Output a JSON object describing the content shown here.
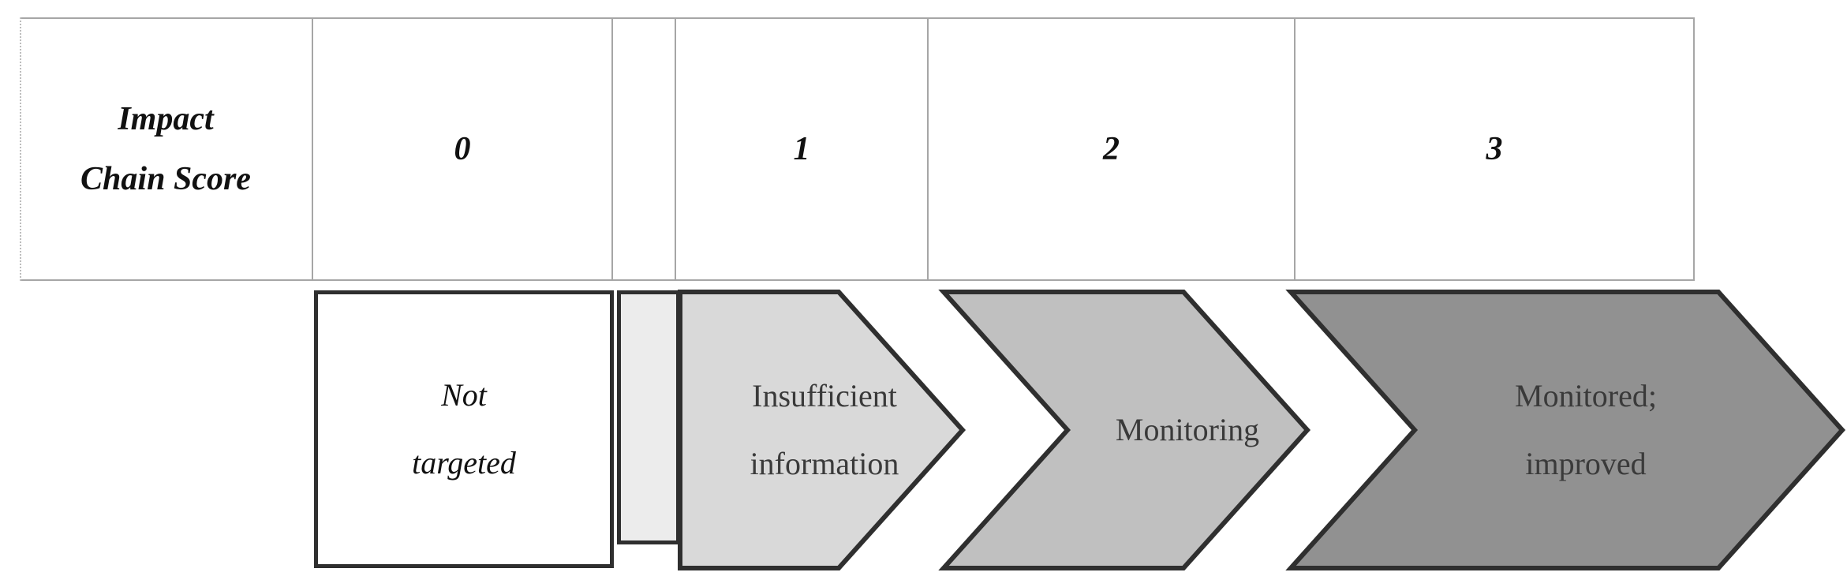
{
  "table": {
    "header_label_line1": "Impact",
    "header_label_line2": "Chain Score",
    "scores": [
      "0",
      "1",
      "2",
      "3"
    ]
  },
  "process": {
    "stages": [
      {
        "id": "not-targeted",
        "line1": "Not",
        "line2": "targeted",
        "shape": "rectangle",
        "fill": "#ffffff",
        "score": "0"
      },
      {
        "id": "gap",
        "line1": "",
        "line2": "",
        "shape": "rectangle",
        "fill": "#ececec",
        "score": ""
      },
      {
        "id": "insufficient-information",
        "line1": "Insufficient",
        "line2": "information",
        "shape": "chevron",
        "fill": "#d9d9d9",
        "score": "1"
      },
      {
        "id": "monitoring",
        "line1": "Monitoring",
        "line2": "",
        "shape": "chevron",
        "fill": "#c0c0c0",
        "score": "2"
      },
      {
        "id": "monitored-improved",
        "line1": "Monitored;",
        "line2": "improved",
        "shape": "chevron",
        "fill": "#919191",
        "score": "3"
      }
    ]
  },
  "colors": {
    "table_border": "#a6a6a6",
    "shape_outline": "#2f2f2f",
    "text": "#3a3a3a",
    "fill_0": "#ffffff",
    "fill_gap": "#ececec",
    "fill_1": "#d9d9d9",
    "fill_2": "#c0c0c0",
    "fill_3": "#919191"
  }
}
